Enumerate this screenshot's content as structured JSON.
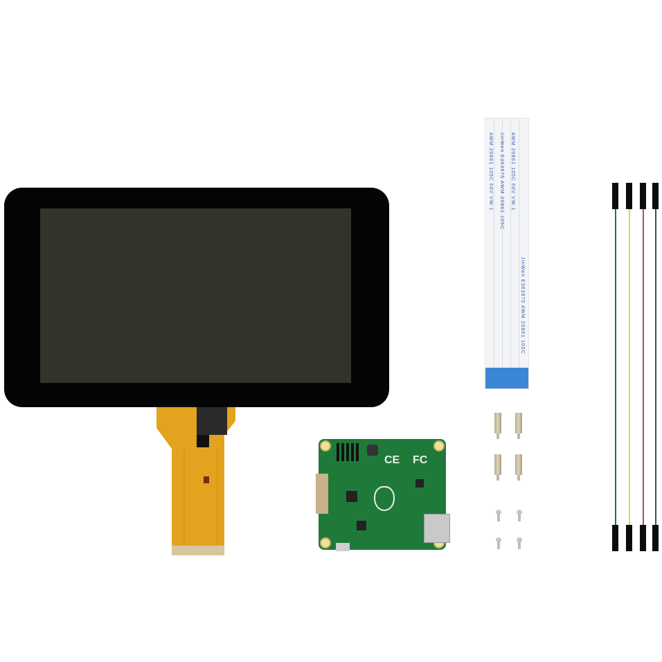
{
  "scene": {
    "description": "Product kit photo: 7-inch touchscreen display with FPC, adapter PCB, FFC ribbon cable, standoffs with screws, and four jumper wires on white background",
    "background_color": "#ffffff"
  },
  "display": {
    "bezel_color": "#050505",
    "panel_color": "#33322b",
    "fpc_color": "#e0a020"
  },
  "ribbon_cable": {
    "text_columns": [
      "AWM 20861 105C 60V VW-1",
      "JinWen E363975 AWM 20861 105C"
    ],
    "tip_color": "#3c86d6"
  },
  "pcb": {
    "color": "#1f7a3a",
    "marks": {
      "ce": "CE",
      "fcc": "FC"
    }
  },
  "hardware": {
    "standoffs": 4,
    "screws": 4
  },
  "jumper_wires": {
    "colors": [
      "#2e6b4a",
      "#e3cf5a",
      "#b54a55",
      "#4a4a4a"
    ]
  }
}
